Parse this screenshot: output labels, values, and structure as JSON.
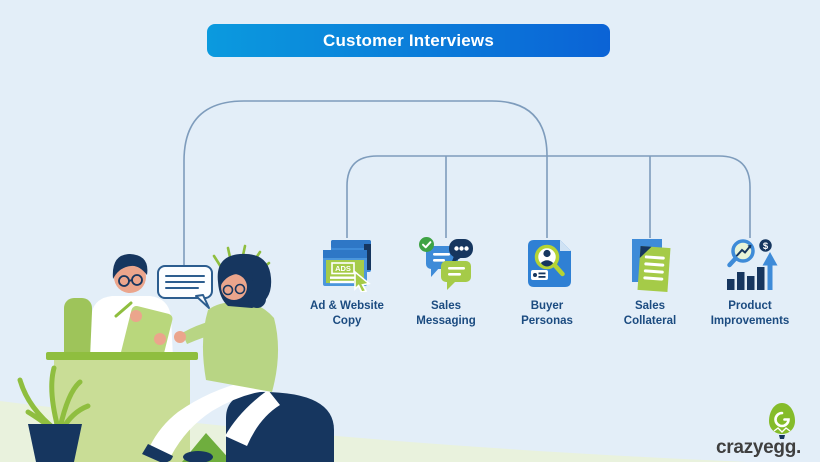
{
  "title_banner": {
    "label": "Customer Interviews"
  },
  "branches": [
    {
      "icon": "ad-website-copy-icon",
      "icon_text": "ADS",
      "lines": [
        "Ad & Website",
        "Copy"
      ]
    },
    {
      "icon": "sales-messaging-icon",
      "lines": [
        "Sales",
        "Messaging"
      ]
    },
    {
      "icon": "buyer-personas-icon",
      "lines": [
        "Buyer",
        "Personas"
      ]
    },
    {
      "icon": "sales-collateral-icon",
      "lines": [
        "Sales",
        "Collateral"
      ]
    },
    {
      "icon": "product-improvements-icon",
      "icon_text": "$",
      "lines": [
        "Product",
        "Improvements"
      ]
    }
  ],
  "logo": {
    "text": "crazyegg",
    "suffix": "."
  },
  "colors": {
    "background": "#e3eef8",
    "ground": "#e9f2dd",
    "banner_gradient_left": "#0b9ade",
    "banner_gradient_right": "#0b63d6",
    "connector": "#7e9cbc",
    "label_text": "#1b4b80",
    "icon_blue": "#3e8bd8",
    "icon_green": "#a5cb48",
    "icon_navy": "#16365f",
    "check_green": "#3fa344",
    "logo_green": "#85bc2a"
  }
}
